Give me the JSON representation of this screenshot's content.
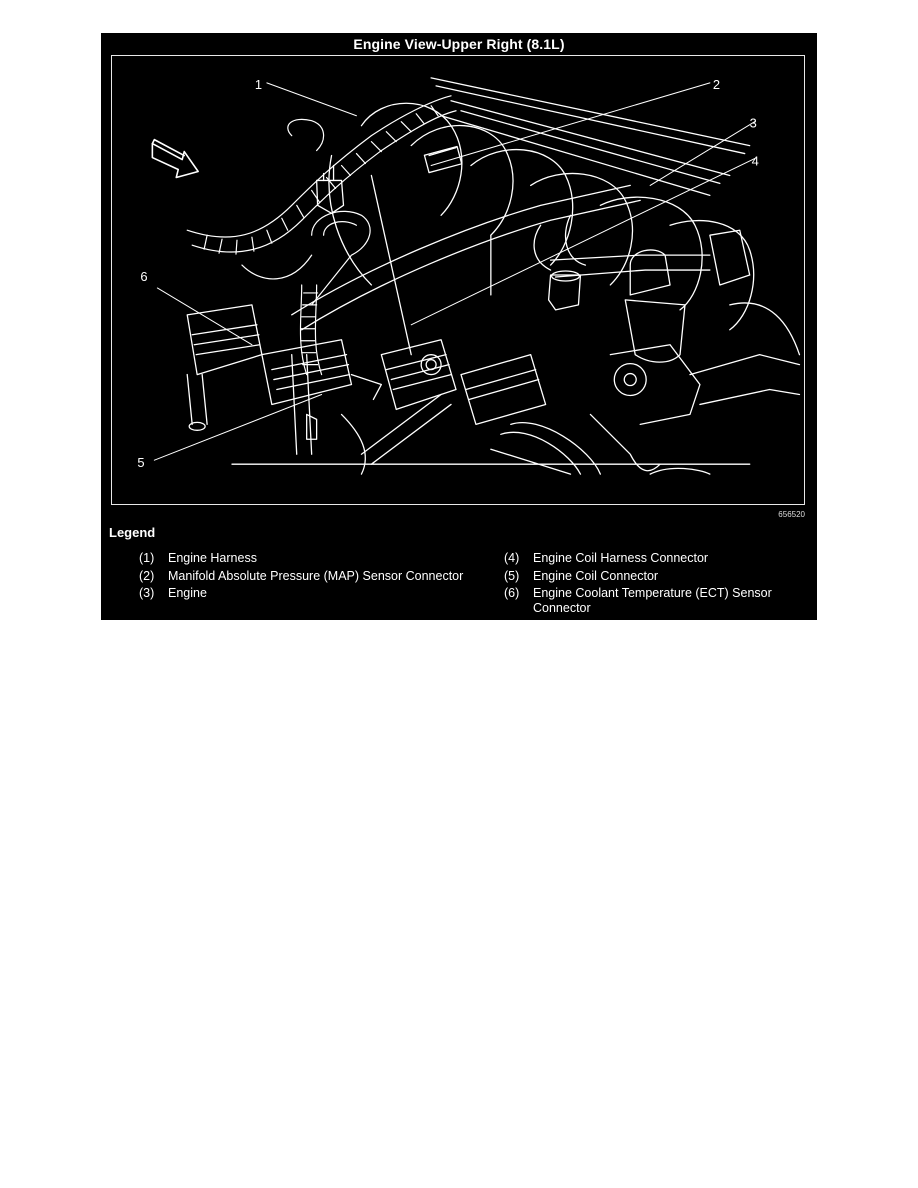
{
  "document": {
    "title": "Engine View-Upper Right (8.1L)",
    "figure_id": "656520",
    "legend_title": "Legend",
    "legend": {
      "left": [
        {
          "num": "(1)",
          "text": "Engine Harness"
        },
        {
          "num": "(2)",
          "text": "Manifold Absolute Pressure (MAP) Sensor Connector"
        },
        {
          "num": "(3)",
          "text": "Engine"
        }
      ],
      "right": [
        {
          "num": "(4)",
          "text": "Engine Coil Harness Connector"
        },
        {
          "num": "(5)",
          "text": "Engine Coil Connector"
        },
        {
          "num": "(6)",
          "text": "Engine Coolant Temperature (ECT) Sensor Connector"
        }
      ]
    },
    "callouts": [
      "1",
      "2",
      "3",
      "4",
      "5",
      "6"
    ],
    "illustration": {
      "subject": "engine-line-drawing",
      "direction_arrow": "arrow-icon",
      "foreground": "#ffffff",
      "background": "#000000"
    }
  }
}
